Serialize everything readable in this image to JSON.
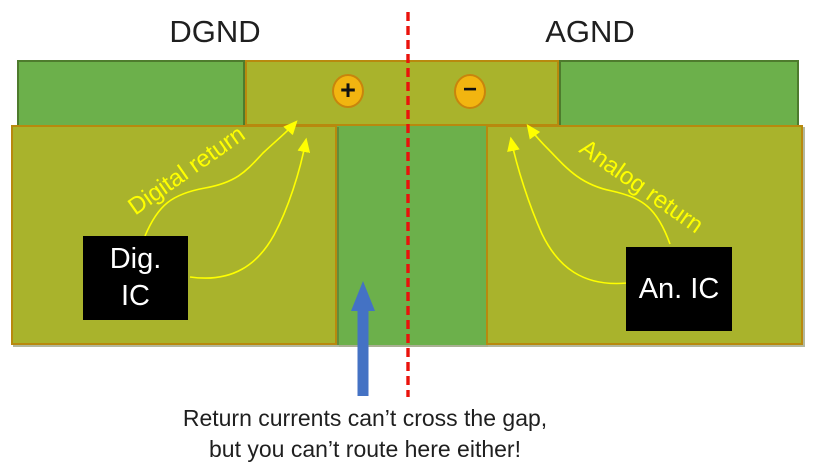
{
  "titles": {
    "dgnd": "DGND",
    "agnd": "AGND"
  },
  "terminals": {
    "positive": "+",
    "negative": "−"
  },
  "return_labels": {
    "digital": "Digital return",
    "analog": "Analog return"
  },
  "ic_boxes": {
    "digital": {
      "line1": "Dig.",
      "line2": "IC"
    },
    "analog": {
      "label": "An. IC"
    }
  },
  "caption": {
    "line1": "Return currents can’t cross the gap,",
    "line2": "but you can’t route here either!"
  },
  "colors": {
    "copper_pour": "#A9B32C",
    "pour_border": "#B8890E",
    "plane_green": "#6CB04B",
    "plane_green_border": "#4E7B2D",
    "terminal_fill": "#F2B510",
    "terminal_border": "#C8850C",
    "return_arrow_yellow": "#FFFF00",
    "split_line_red": "#EA120C",
    "gap_arrow_blue": "#4472C4",
    "ic_box_black": "#000000",
    "ic_text_white": "#FFFFFF"
  }
}
